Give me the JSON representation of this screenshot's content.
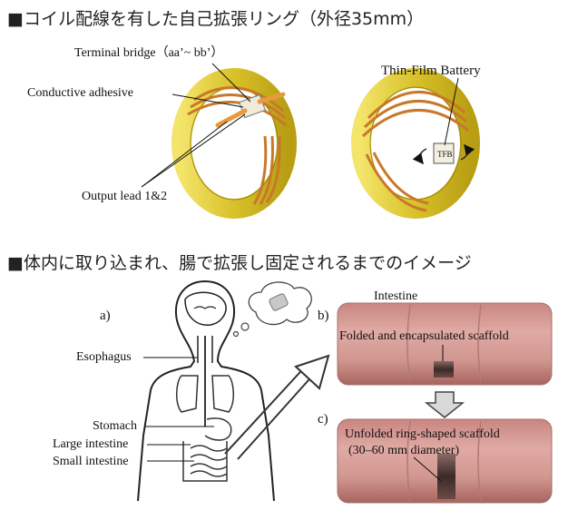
{
  "section1": {
    "heading": "■コイル配線を有した自己拡張リング（外径35mm）",
    "labels": {
      "terminal_bridge": "Terminal bridge（aa’~ bb’）",
      "conductive_adhesive": "Conductive adhesive",
      "output_lead": "Output lead 1&2",
      "thin_film_battery": "Thin-Film Battery",
      "tfb": "TFB"
    }
  },
  "section2": {
    "heading": "■体内に取り込まれ、腸で拡張し固定されるまでのイメージ",
    "panel_a": {
      "tag": "a)",
      "esophagus": "Esophagus",
      "stomach": "Stomach",
      "large_intestine": "Large intestine",
      "small_intestine": "Small intestine"
    },
    "panel_b": {
      "tag": "b)",
      "intestine": "Intestine",
      "caption": "Folded and encapsulated scaffold"
    },
    "panel_c": {
      "tag": "c)",
      "caption_line1": "Unfolded ring-shaped scaffold",
      "caption_line2": "(30–60 mm diameter)"
    }
  },
  "colors": {
    "ring_yellow": "#e6d23c",
    "coil_copper": "#c8782a",
    "intestine_pink": "#d99a94",
    "arrow_gray": "#d9d9d9"
  }
}
